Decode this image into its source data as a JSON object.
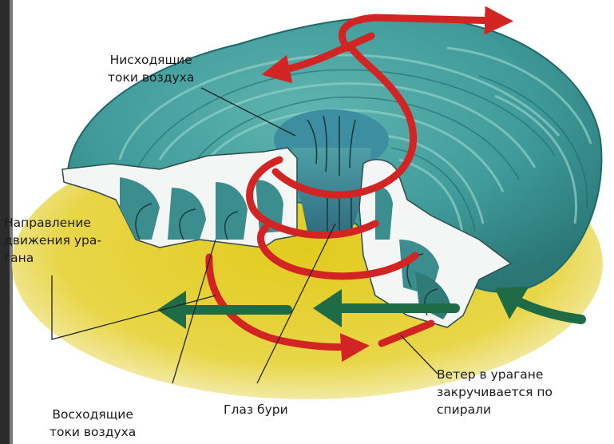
{
  "labels": {
    "downdrafts": "Нисходящие\nтоки воздуха",
    "direction": "Направление\nдвижения ура-\nгана",
    "updrafts": "Восходящие\nтоки воздуха",
    "eye": "Глаз бури",
    "spiral_wind": "Ветер в урагане\nзакручивается по\nспирали"
  },
  "colors": {
    "cloud": "#3f9a99",
    "cloud_dark": "#1f6968",
    "cloud_light": "#8fd0c8",
    "ground": "#e0c81c",
    "ground_edge": "#f6eeb8",
    "wind_arrow": "#d32424",
    "movement_arrow": "#1f6b45",
    "leader_line": "#222222"
  },
  "icons": {
    "wind": "red-spiral-arrow",
    "movement": "green-direction-arrow"
  }
}
